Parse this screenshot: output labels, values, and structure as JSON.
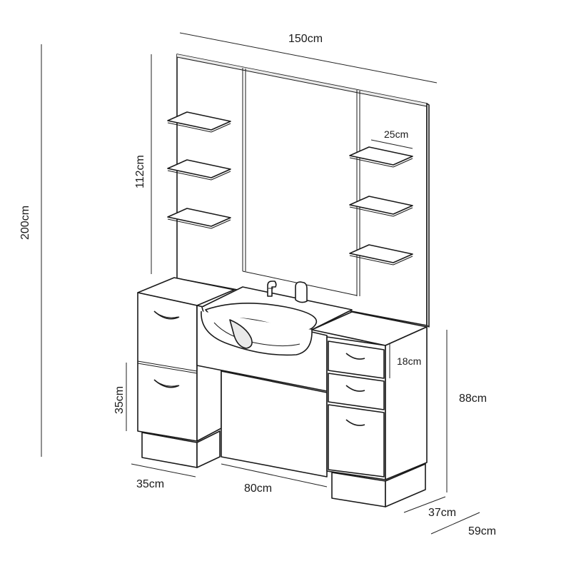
{
  "dimensions": {
    "total_width": "150cm",
    "total_height": "200cm",
    "mirror_height": "112cm",
    "shelf_depth": "25cm",
    "drawer_height": "18cm",
    "door_height": "35cm",
    "counter_height": "88cm",
    "left_cabinet_width": "35cm",
    "basin_width": "80cm",
    "cabinet_depth": "37cm",
    "top_depth": "59cm"
  }
}
